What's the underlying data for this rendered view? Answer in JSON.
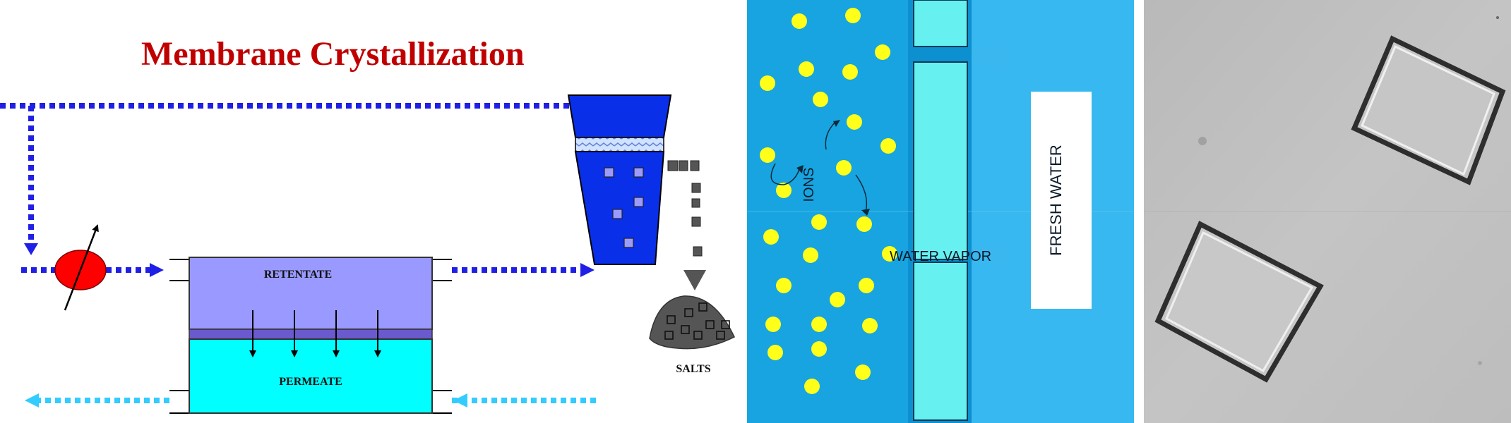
{
  "left_panel": {
    "title": "Membrane Crystallization",
    "retentate_label": "RETENTATE",
    "permeate_label": "PERMEATE",
    "salts_label": "SALTS"
  },
  "middle_panel": {
    "ions_label": "IONS",
    "water_vapor_label": "WATER VAPOR",
    "fresh_water_label": "FRESH WATER"
  },
  "colors": {
    "title_red": "#c00000",
    "flow_blue": "#1f1fe6",
    "permeate_flow": "#33ccff",
    "retentate": "#9999ff",
    "permeate": "#00ffff",
    "crystallizer": "#0a2fe8",
    "feed_side": "#18a4e0",
    "ion_yellow": "#ffff1a",
    "pore": "#66f0f0",
    "fresh_side": "#38b8f0"
  }
}
